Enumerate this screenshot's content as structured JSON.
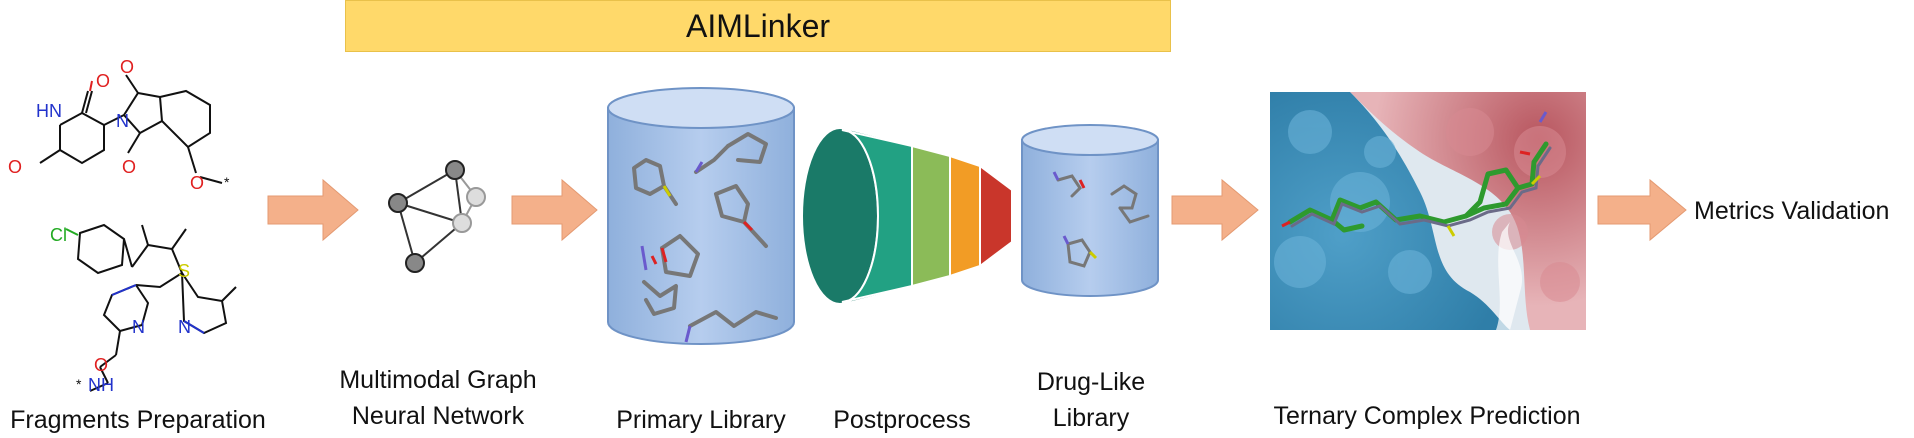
{
  "title": "AIMLinker",
  "stages": {
    "fragments": "Fragments Preparation",
    "gnn_line1": "Multimodal Graph",
    "gnn_line2": "Neural Network",
    "primary": "Primary Library",
    "postprocess": "Postprocess",
    "druglike_line1": "Drug-Like",
    "druglike_line2": "Library",
    "ternary": "Ternary Complex Prediction",
    "metrics": "Metrics Validation"
  },
  "molecule_atoms": {
    "o": "O",
    "hn": "HN",
    "n": "N",
    "cl": "Cl",
    "s": "S",
    "nh": "NH",
    "star": "*"
  },
  "colors": {
    "arrow": "#f4b08a",
    "cylinder": "#a9c3e6",
    "title_bar": "#ffd96a",
    "funnel": [
      "#1a7a68",
      "#22a183",
      "#8bbb58",
      "#f29c25",
      "#c9362b"
    ]
  }
}
